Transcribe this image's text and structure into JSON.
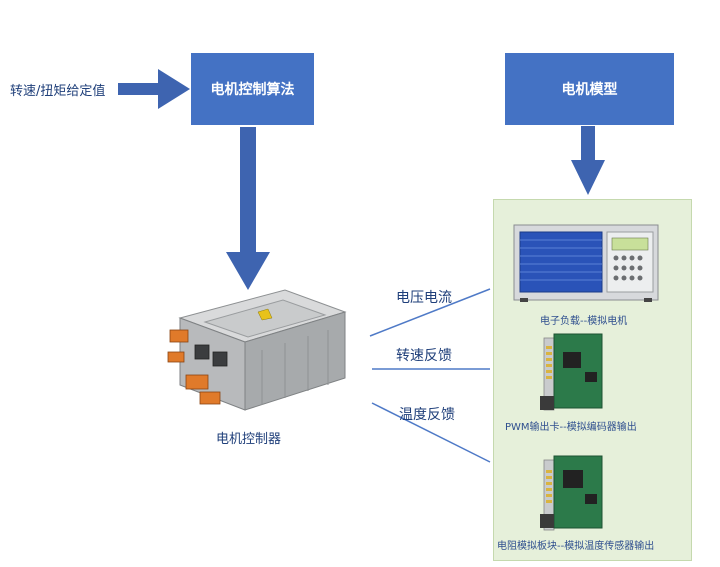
{
  "input_label": "转速/扭矩给定值",
  "algorithm_box": "电机控制算法",
  "model_box": "电机模型",
  "controller_caption": "电机控制器",
  "links": {
    "voltage_current": "电压电流",
    "speed_feedback": "转速反馈",
    "temp_feedback": "温度反馈"
  },
  "devices": [
    {
      "caption": "电子负载--模拟电机",
      "icon": "electronic-load"
    },
    {
      "caption": "PWM输出卡--模拟编码器输出",
      "icon": "pxi-card"
    },
    {
      "caption": "电阻模拟板块--模拟温度传感器输出",
      "icon": "pxi-card"
    }
  ],
  "colors": {
    "box_blue": "#4472c4",
    "arrow_blue": "#3e64b0",
    "panel_green": "#e6f0da",
    "line_blue": "#4f7ac7"
  }
}
